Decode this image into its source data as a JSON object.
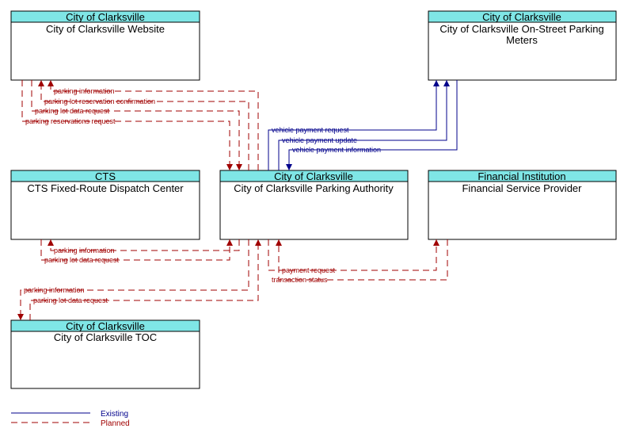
{
  "nodes": {
    "website": {
      "owner": "City of Clarksville",
      "title": [
        "City of Clarksville Website"
      ]
    },
    "meters": {
      "owner": "City of Clarksville",
      "title": [
        "City of Clarksville On-Street Parking",
        "Meters"
      ]
    },
    "cts": {
      "owner": "CTS",
      "title": [
        "CTS Fixed-Route Dispatch Center"
      ]
    },
    "authority": {
      "owner": "City of Clarksville",
      "title": [
        "City of Clarksville Parking Authority"
      ]
    },
    "financial": {
      "owner": "Financial Institution",
      "title": [
        "Financial Service Provider"
      ]
    },
    "toc": {
      "owner": "City of Clarksville",
      "title": [
        "City of Clarksville TOC"
      ]
    }
  },
  "flows": {
    "f1": "parking information",
    "f2": "parking lot reservation confirmation",
    "f3": "parking lot data request",
    "f4": "parking reservations request",
    "f5": "vehicle payment request",
    "f6": "vehicle payment update",
    "f7": "vehicle payment information",
    "f8": "parking information",
    "f9": "parking lot data request",
    "f10": "payment request",
    "f11": "transaction status",
    "f12": "parking information",
    "f13": "parking lot data request"
  },
  "legend": {
    "existing": "Existing",
    "planned": "Planned"
  },
  "colors": {
    "header": "#7fe6e6",
    "planned": "#a00000",
    "existing": "#00008b"
  }
}
